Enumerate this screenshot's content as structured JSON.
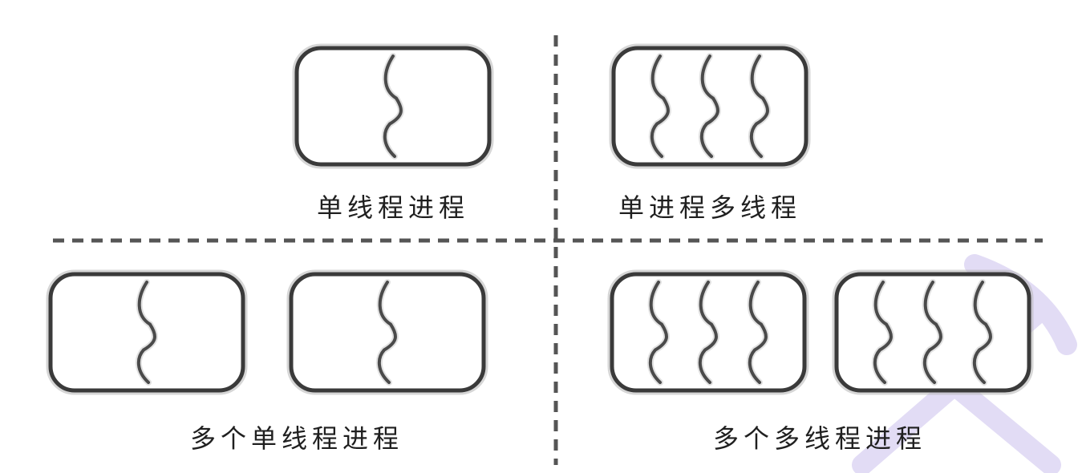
{
  "quadrants": [
    {
      "id": "single-thread-process",
      "label": "单线程进程",
      "process_count": 1,
      "threads_per_process": 1
    },
    {
      "id": "single-process-multi-thread",
      "label": "单进程多线程",
      "process_count": 1,
      "threads_per_process": 3
    },
    {
      "id": "multi-single-thread-processes",
      "label": "多个单线程进程",
      "process_count": 2,
      "threads_per_process": 1
    },
    {
      "id": "multi-multi-thread-processes",
      "label": "多个多线程进程",
      "process_count": 2,
      "threads_per_process": 3
    }
  ],
  "colors": {
    "box_stroke": "#3a3a3a",
    "thread_stroke": "#4a4a4a",
    "divider": "#555555",
    "watermark": "#e2dcf5"
  }
}
